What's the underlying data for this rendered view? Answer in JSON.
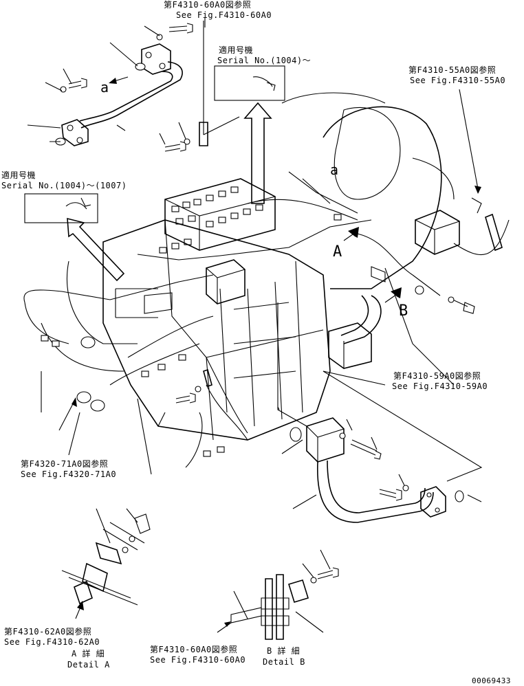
{
  "references": {
    "top": {
      "jp": "第F4310-60A0図参照",
      "en": "See Fig.F4310-60A0"
    },
    "right": {
      "jp": "第F4310-55A0図参照",
      "en": "See Fig.F4310-55A0"
    },
    "middle_right": {
      "jp": "第F4310-59A0図参照",
      "en": "See Fig.F4310-59A0"
    },
    "left_lower": {
      "jp": "第F4320-71A0図参照",
      "en": "See Fig.F4320-71A0"
    },
    "bottom_left": {
      "jp": "第F4310-62A0図参照",
      "en": "See Fig.F4310-62A0"
    },
    "bottom_center": {
      "jp": "第F4310-60A0図参照",
      "en": "See Fig.F4310-60A0"
    }
  },
  "serial_notes": {
    "upper": {
      "jp": "適用号機",
      "en": "Serial No.(1004)～"
    },
    "left": {
      "jp": "適用号機",
      "en": "Serial No.(1004)～(1007)"
    }
  },
  "callouts": {
    "a_upper_left": "a",
    "a_center": "a",
    "A_view": "A",
    "B_view": "B"
  },
  "details": {
    "A": {
      "jp": "A 詳 細",
      "en": "Detail A"
    },
    "B": {
      "jp": "B 詳 細",
      "en": "Detail B"
    }
  },
  "drawing_number": "00069433",
  "colors": {
    "line": "#000000",
    "background": "#ffffff"
  }
}
